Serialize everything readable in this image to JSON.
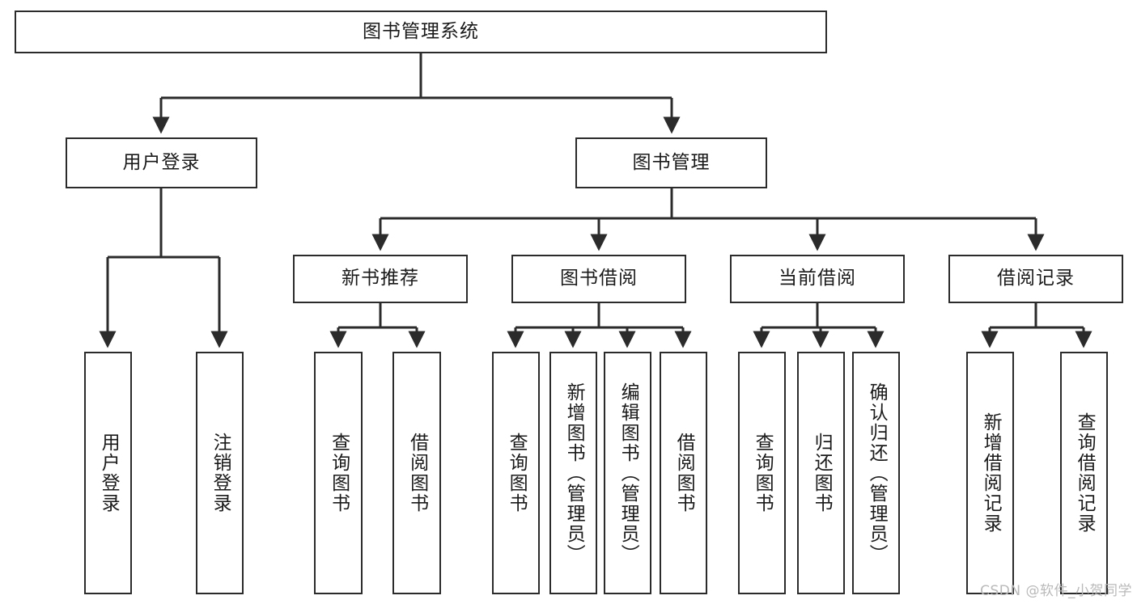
{
  "diagram": {
    "type": "tree-hierarchy",
    "title": "图书管理系统",
    "watermark": "CSDN @软件_小贺同学",
    "colors": {
      "stroke": "#2b2b2b",
      "fill": "#ffffff",
      "text": "#1a1a1a",
      "watermark": "#b9b9b9"
    },
    "levels": {
      "root": {
        "label": "图书管理系统"
      },
      "level2": [
        {
          "label": "用户登录"
        },
        {
          "label": "图书管理"
        }
      ],
      "level3": [
        {
          "label": "新书推荐"
        },
        {
          "label": "图书借阅"
        },
        {
          "label": "当前借阅"
        },
        {
          "label": "借阅记录"
        }
      ],
      "leaves": [
        {
          "label": "用户登录",
          "parent": "用户登录"
        },
        {
          "label": "注销登录",
          "parent": "用户登录"
        },
        {
          "label": "查询图书",
          "parent": "新书推荐"
        },
        {
          "label": "借阅图书",
          "parent": "新书推荐"
        },
        {
          "label": "查询图书",
          "parent": "图书借阅"
        },
        {
          "label": "新增图书（管理员）",
          "parent": "图书借阅"
        },
        {
          "label": "编辑图书（管理员）",
          "parent": "图书借阅"
        },
        {
          "label": "借阅图书",
          "parent": "图书借阅"
        },
        {
          "label": "查询图书",
          "parent": "当前借阅"
        },
        {
          "label": "归还图书",
          "parent": "当前借阅"
        },
        {
          "label": "确认归还（管理员）",
          "parent": "当前借阅"
        },
        {
          "label": "新增借阅记录",
          "parent": "借阅记录"
        },
        {
          "label": "查询借阅记录",
          "parent": "借阅记录"
        }
      ]
    }
  }
}
